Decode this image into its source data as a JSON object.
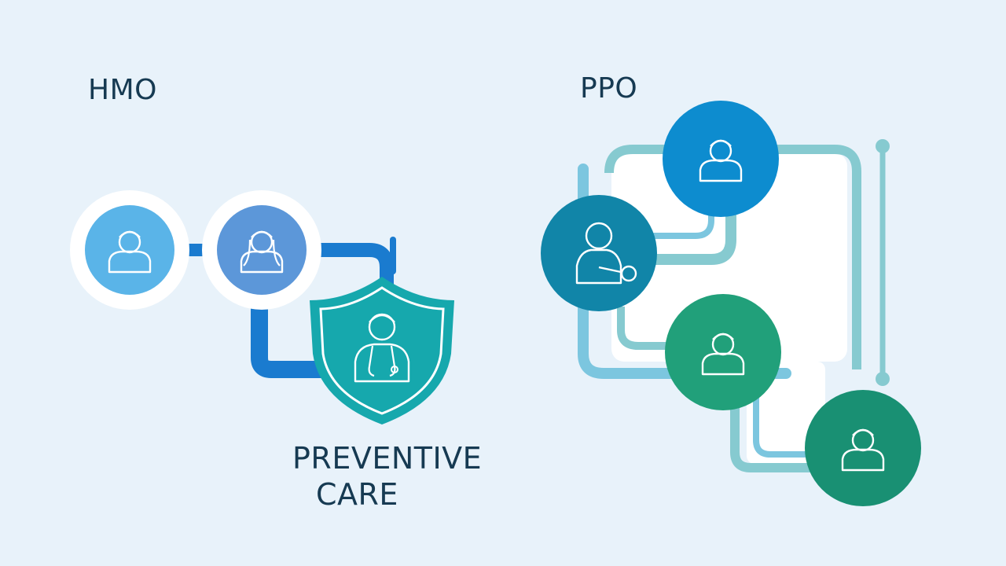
{
  "hmo": {
    "title": "HMO",
    "badge_line1": "PREVENTIVE",
    "badge_line2": "CARE",
    "icons": [
      "person-icon",
      "person-icon",
      "doctor-icon"
    ]
  },
  "ppo": {
    "title": "PPO",
    "icons": [
      "person-icon",
      "doctor-icon",
      "person-icon",
      "person-icon"
    ]
  },
  "colors": {
    "background": "#e8f2fa",
    "hmo_blue": "#1a7bcf",
    "hmo_light": "#5ab4e8",
    "hmo_mid": "#5c97d9",
    "shield_teal": "#16a8ad",
    "ppo_blue": "#0d8ccf",
    "ppo_teal": "#1185a8",
    "ppo_green": "#21a07a",
    "ppo_green_dark": "#199073",
    "text": "#163a52"
  }
}
